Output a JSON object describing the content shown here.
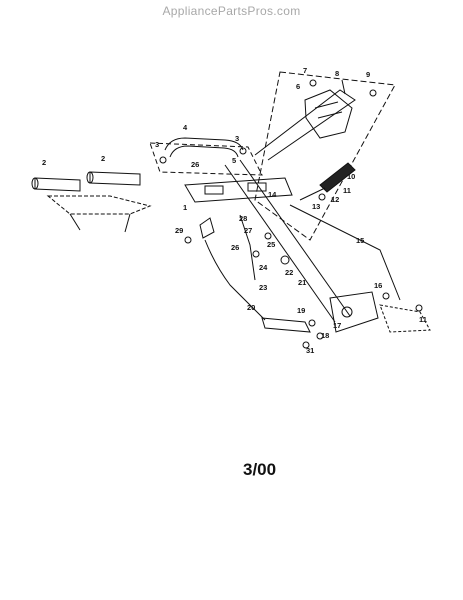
{
  "watermark": "AppliancePartsPros.com",
  "date_code": "3/00",
  "callouts": [
    {
      "label": "1"
    },
    {
      "label": "2"
    },
    {
      "label": "2"
    },
    {
      "label": "3"
    },
    {
      "label": "3"
    },
    {
      "label": "4"
    },
    {
      "label": "5"
    },
    {
      "label": "6"
    },
    {
      "label": "7"
    },
    {
      "label": "8"
    },
    {
      "label": "9"
    },
    {
      "label": "10"
    },
    {
      "label": "11"
    },
    {
      "label": "11"
    },
    {
      "label": "12"
    },
    {
      "label": "13"
    },
    {
      "label": "14"
    },
    {
      "label": "15"
    },
    {
      "label": "16"
    },
    {
      "label": "17"
    },
    {
      "label": "18"
    },
    {
      "label": "19"
    },
    {
      "label": "20"
    },
    {
      "label": "21"
    },
    {
      "label": "22"
    },
    {
      "label": "23"
    },
    {
      "label": "24"
    },
    {
      "label": "25"
    },
    {
      "label": "26"
    },
    {
      "label": "26"
    },
    {
      "label": "27"
    },
    {
      "label": "28"
    },
    {
      "label": "29"
    },
    {
      "label": "31"
    }
  ]
}
